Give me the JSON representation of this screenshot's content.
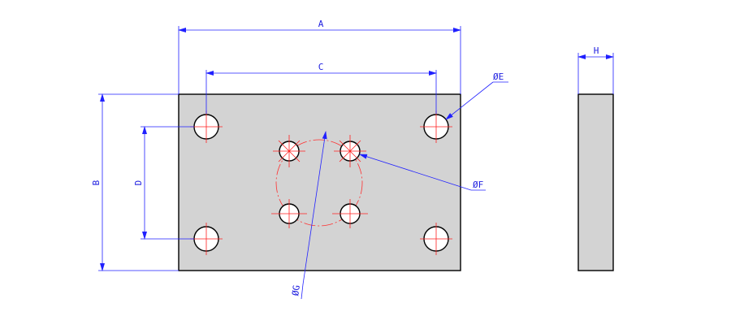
{
  "drawing": {
    "dimensions": {
      "A": "A",
      "B": "B",
      "C": "C",
      "D": "D",
      "H": "H",
      "E": "ØE",
      "F": "ØF",
      "G": "ØG"
    },
    "colors": {
      "plate": "#d3d3d3",
      "dimension": "#2020ff",
      "centerline": "#ff2020",
      "outline": "#000000"
    }
  }
}
